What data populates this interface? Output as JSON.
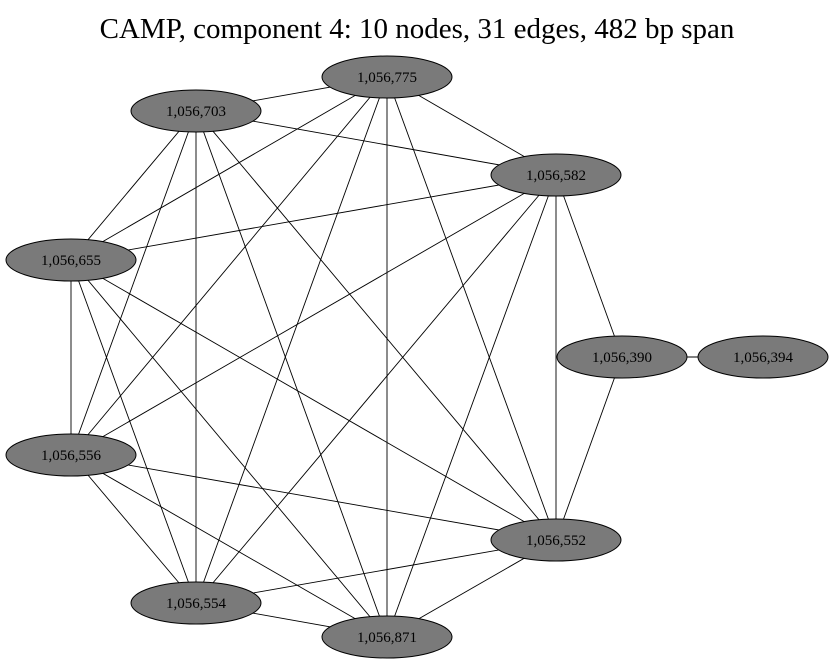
{
  "title": "CAMP, component 4: 10 nodes, 31 edges, 482 bp span",
  "colors": {
    "node_fill": "#7a7a7a",
    "node_stroke": "#000000",
    "edge": "#000000",
    "text": "#000000",
    "background": "#ffffff"
  },
  "nodes": [
    {
      "id": "n775",
      "label": "1,056,775"
    },
    {
      "id": "n703",
      "label": "1,056,703"
    },
    {
      "id": "n582",
      "label": "1,056,582"
    },
    {
      "id": "n655",
      "label": "1,056,655"
    },
    {
      "id": "n390",
      "label": "1,056,390"
    },
    {
      "id": "n394",
      "label": "1,056,394"
    },
    {
      "id": "n556",
      "label": "1,056,556"
    },
    {
      "id": "n552",
      "label": "1,056,552"
    },
    {
      "id": "n554",
      "label": "1,056,554"
    },
    {
      "id": "n871",
      "label": "1,056,871"
    }
  ],
  "edges": [
    [
      "n703",
      "n775"
    ],
    [
      "n703",
      "n582"
    ],
    [
      "n775",
      "n582"
    ],
    [
      "n703",
      "n655"
    ],
    [
      "n703",
      "n556"
    ],
    [
      "n703",
      "n554"
    ],
    [
      "n703",
      "n871"
    ],
    [
      "n703",
      "n552"
    ],
    [
      "n775",
      "n655"
    ],
    [
      "n775",
      "n556"
    ],
    [
      "n775",
      "n554"
    ],
    [
      "n775",
      "n871"
    ],
    [
      "n775",
      "n552"
    ],
    [
      "n582",
      "n655"
    ],
    [
      "n582",
      "n556"
    ],
    [
      "n582",
      "n554"
    ],
    [
      "n582",
      "n871"
    ],
    [
      "n582",
      "n552"
    ],
    [
      "n582",
      "n390"
    ],
    [
      "n655",
      "n556"
    ],
    [
      "n655",
      "n554"
    ],
    [
      "n655",
      "n871"
    ],
    [
      "n655",
      "n552"
    ],
    [
      "n556",
      "n554"
    ],
    [
      "n556",
      "n871"
    ],
    [
      "n556",
      "n552"
    ],
    [
      "n554",
      "n871"
    ],
    [
      "n554",
      "n552"
    ],
    [
      "n871",
      "n552"
    ],
    [
      "n390",
      "n552"
    ],
    [
      "n390",
      "n394"
    ]
  ]
}
